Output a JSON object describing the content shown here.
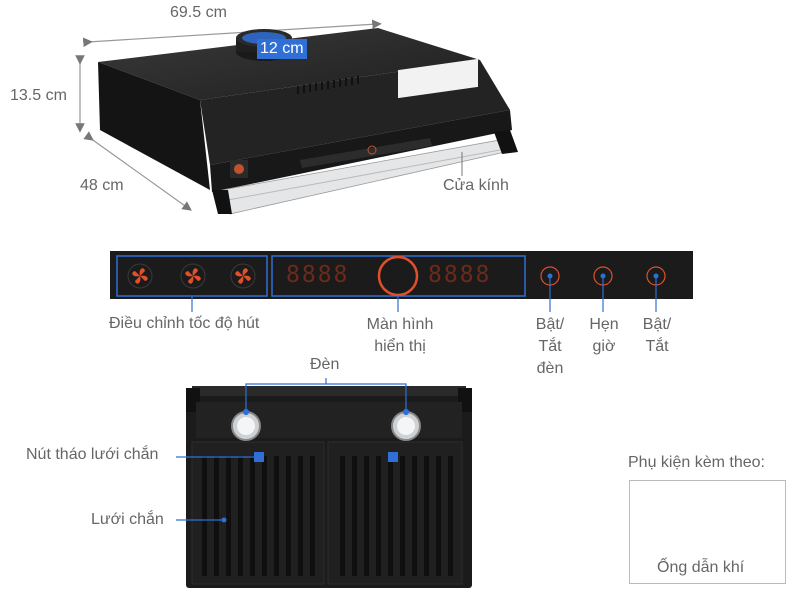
{
  "dimensions": {
    "width": "69.5 cm",
    "depth": "48 cm",
    "height": "13.5 cm",
    "duct": "12 cm"
  },
  "hood_labels": {
    "glass_door": "Cửa kính"
  },
  "control_panel": {
    "display_digits": "8888",
    "labels": {
      "fan_speed": "Điều chỉnh tốc độ hút",
      "display_line1": "Màn hình",
      "display_line2": "hiển thị",
      "light_line1": "Bật/",
      "light_line2": "Tắt",
      "light_line3": "đèn",
      "timer_line1": "Hẹn",
      "timer_line2": "giờ",
      "power_line1": "Bật/",
      "power_line2": "Tắt"
    }
  },
  "underside": {
    "lamps_label": "Đèn",
    "filter_release_label": "Nút tháo lưới chắn",
    "filter_label": "Lưới chắn"
  },
  "accessory": {
    "heading": "Phụ kiện kèm theo:",
    "name": "Ống dẫn khí"
  },
  "colors": {
    "accent_blue": "#2f6fd6",
    "panel_orange": "#e0502a",
    "body_black": "#1b1b1b"
  }
}
